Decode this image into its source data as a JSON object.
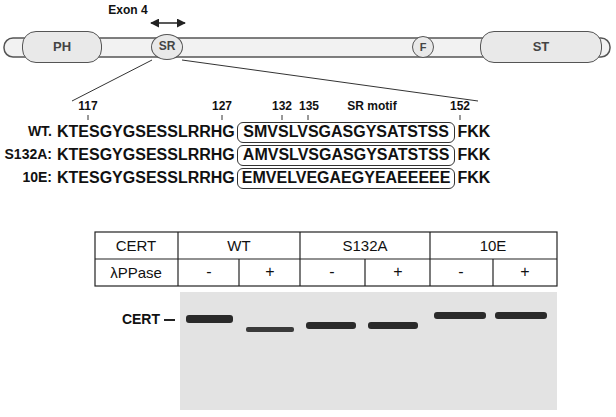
{
  "diagram": {
    "nodes": [
      {
        "text": [
          "PH"
        ]
      },
      {
        "text": [
          "SR"
        ]
      },
      {
        "text": [
          "F"
        ]
      },
      {
        "text": [
          "ST"
        ]
      },
      {
        "text": [
          "SMVSLVSGASGYSATSTSS"
        ]
      },
      {
        "text": [
          "AMVSLVSGASGYSATSTSS"
        ]
      },
      {
        "text": [
          "EMVELVEGAEGYEAEEEEE"
        ]
      }
    ],
    "labels": [
      "Exon 4",
      "117",
      "127",
      "132",
      "135",
      "SR motif",
      "152",
      "WT.",
      "KTESGYGSESSLRRHG",
      "FKK",
      "S132A:",
      "KTESGYGSESSLRRHG",
      "FKK",
      "10E:",
      "KTESGYGSESSLRRHG",
      "FKK",
      "CERT",
      "WT",
      "S132A",
      "10E",
      "λPPase",
      "-",
      "+",
      "-",
      "+",
      "-",
      "+",
      "CERT"
    ]
  }
}
